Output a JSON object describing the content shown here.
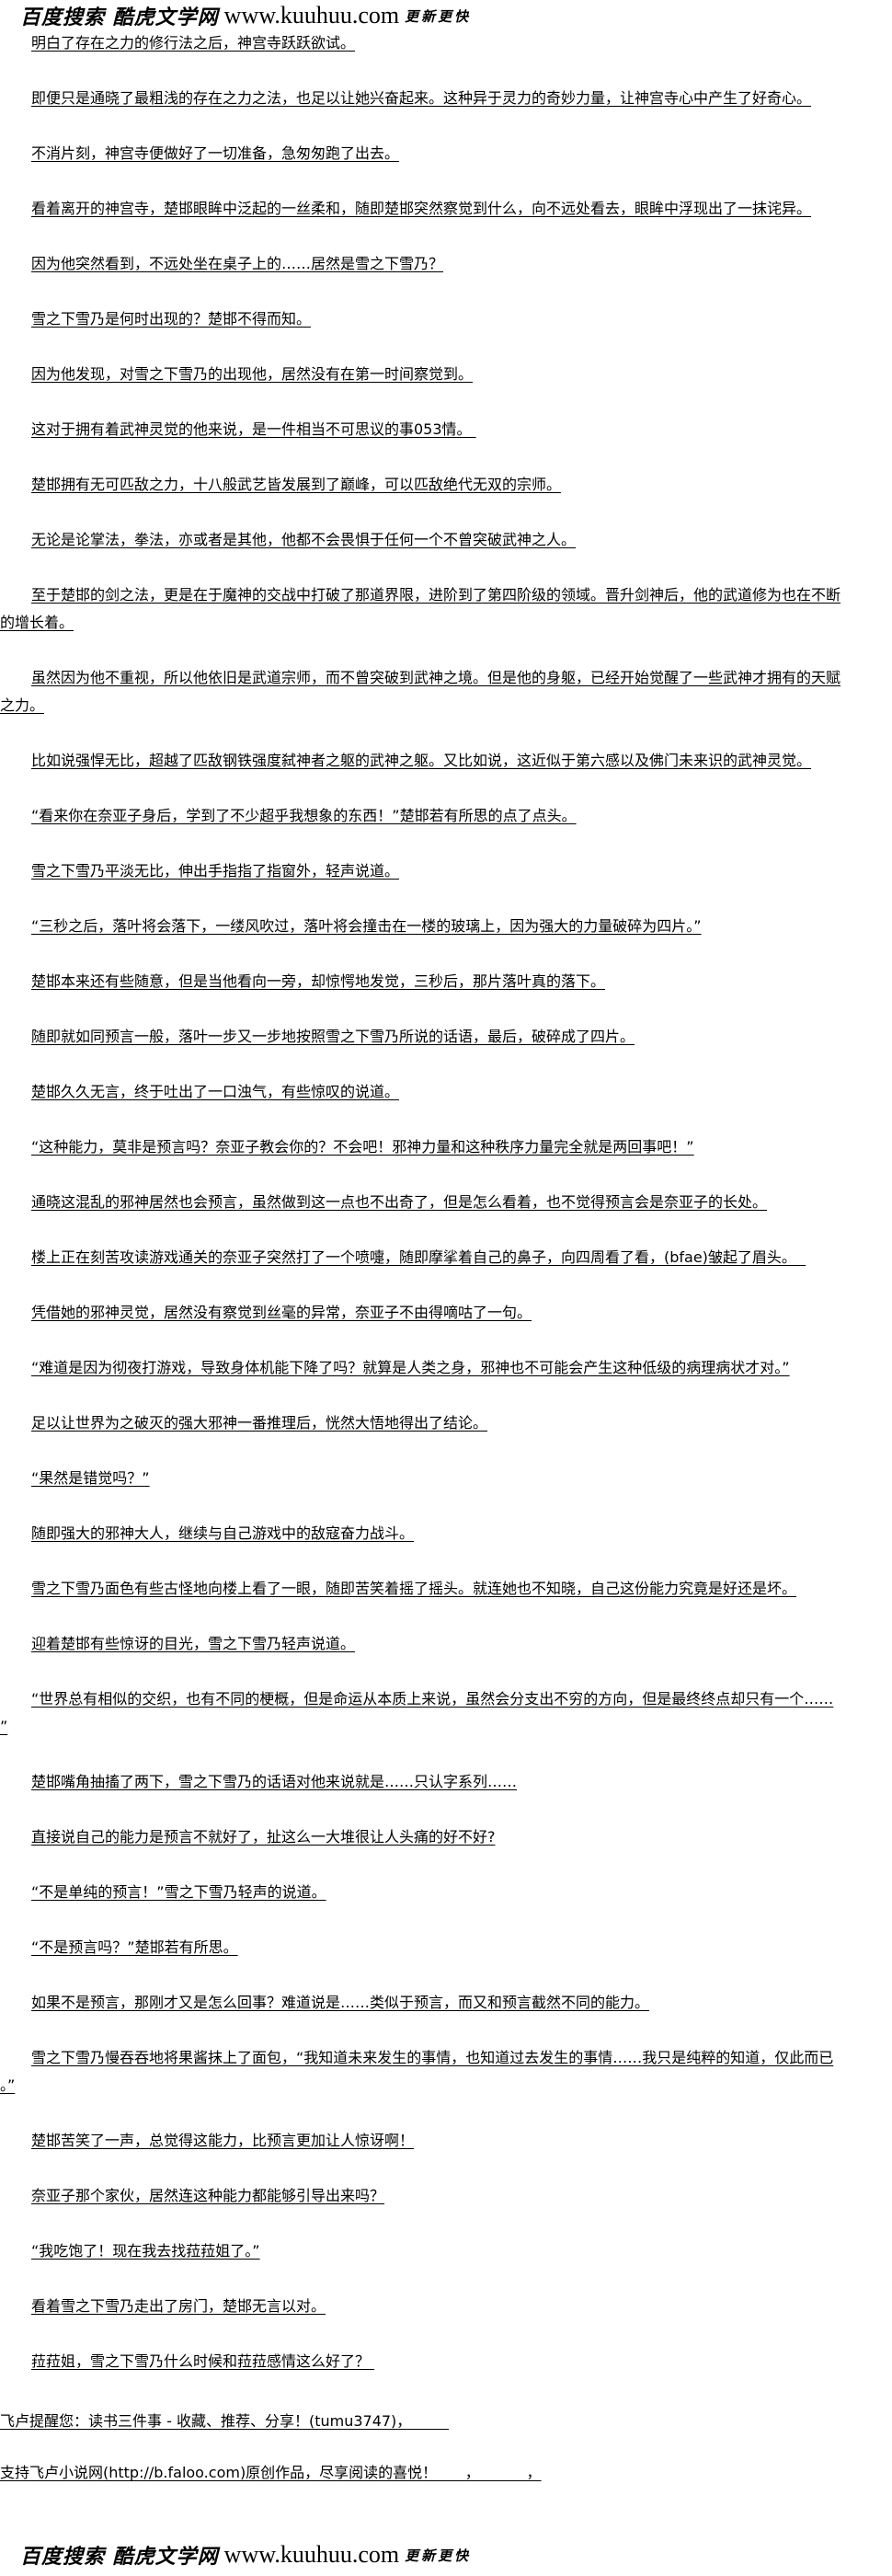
{
  "banner": {
    "site_cn": "百度搜索 酷虎文学网",
    "url": "www.kuuhuu.com",
    "slogan": "更新更快"
  },
  "paragraphs": [
    [
      "明白了存在之力的修行法之后，神宫寺跃跃欲试。"
    ],
    [
      "即便只是通晓了最粗浅的存在之力之法，也足以让她兴奋起来。这种异于灵力的奇妙力量，让神宫寺心中产生了好奇心。"
    ],
    [
      "不消片刻，神宫寺便做好了一切准备，急匆匆跑了出去。"
    ],
    [
      "看着离开的神宫寺，楚邯眼眸中泛起的一丝柔和，随即楚邯突然察觉到什么，向不远处看去，眼眸中浮现出了一抹诧异。"
    ],
    [
      "因为他突然看到，不远处坐在桌子上的……居然是雪之下雪乃？"
    ],
    [
      "雪之下雪乃是何时出现的？楚邯不得而知。"
    ],
    [
      "因为他发现，对雪之下雪乃的出现他，居然没有在第一时间察觉到。"
    ],
    [
      "这对于拥有着武神灵觉的他来说，是一件相当不可思议的事053情。 "
    ],
    [
      "楚邯拥有无可匹敌之力，十八般武艺皆发展到了巅峰，可以匹敌绝代无双的宗师。"
    ],
    [
      "无论是论掌法，拳法，亦或者是其他，他都不会畏惧于任何一个不曾突破武神之人。"
    ],
    [
      "至于楚邯的剑之法，更是在于魔神的交战中打破了那道界限，进阶到了第四阶级的领域。晋升剑神后，他的武道修为也在不断",
      "的增长着。"
    ],
    [
      "虽然因为他不重视，所以他依旧是武道宗师，而不曾突破到武神之境。但是他的身躯，已经开始觉醒了一些武神才拥有的天赋",
      "之力。"
    ],
    [
      "比如说强悍无比，超越了匹敌钢铁强度弑神者之躯的武神之躯。又比如说，这近似于第六感以及佛门未来识的武神灵觉。"
    ],
    [
      "“看来你在奈亚子身后，学到了不少超乎我想象的东西！”楚邯若有所思的点了点头。"
    ],
    [
      "雪之下雪乃平淡无比，伸出手指指了指窗外，轻声说道。"
    ],
    [
      "“三秒之后，落叶将会落下，一缕风吹过，落叶将会撞击在一楼的玻璃上，因为强大的力量破碎为四片。”"
    ],
    [
      "楚邯本来还有些随意，但是当他看向一旁，却惊愕地发觉，三秒后，那片落叶真的落下。"
    ],
    [
      "随即就如同预言一般，落叶一步又一步地按照雪之下雪乃所说的话语，最后，破碎成了四片。"
    ],
    [
      "楚邯久久无言，终于吐出了一口浊气，有些惊叹的说道。"
    ],
    [
      "“这种能力，莫非是预言吗？奈亚子教会你的？不会吧！邪神力量和这种秩序力量完全就是两回事吧！”"
    ],
    [
      "通晓这混乱的邪神居然也会预言，虽然做到这一点也不出奇了，但是怎么看着，也不觉得预言会是奈亚子的长处。"
    ],
    [
      "楼上正在刻苦攻读游戏通关的奈亚子突然打了一个喷嚏，随即摩挲着自己的鼻子，向四周看了看，(bfae)皱起了眉头。  "
    ],
    [
      "凭借她的邪神灵觉，居然没有察觉到丝毫的异常，奈亚子不由得嘀咕了一句。"
    ],
    [
      "“难道是因为彻夜打游戏，导致身体机能下降了吗？就算是人类之身，邪神也不可能会产生这种低级的病理病状才对。”"
    ],
    [
      "足以让世界为之破灭的强大邪神一番推理后，恍然大悟地得出了结论。"
    ],
    [
      "“果然是错觉吗？”"
    ],
    [
      "随即强大的邪神大人，继续与自己游戏中的敌寇奋力战斗。"
    ],
    [
      "雪之下雪乃面色有些古怪地向楼上看了一眼，随即苦笑着摇了摇头。就连她也不知晓，自己这份能力究竟是好还是坏。"
    ],
    [
      "迎着楚邯有些惊讶的目光，雪之下雪乃轻声说道。"
    ],
    [
      "“世界总有相似的交织，也有不同的梗概，但是命运从本质上来说，虽然会分支出不穷的方向，但是最终终点却只有一个……",
      "”"
    ],
    [
      "楚邯嘴角抽搐了两下，雪之下雪乃的话语对他来说就是……只认字系列……"
    ],
    [
      "直接说自己的能力是预言不就好了，扯这么一大堆很让人头痛的好不好?"
    ],
    [
      "“不是单纯的预言！”雪之下雪乃轻声的说道。"
    ],
    [
      "“不是预言吗？”楚邯若有所思。"
    ],
    [
      "如果不是预言，那刚才又是怎么回事？难道说是……类似于预言，而又和预言截然不同的能力。"
    ],
    [
      "雪之下雪乃慢吞吞地将果酱抹上了面包，“我知道未来发生的事情，也知道过去发生的事情……我只是纯粹的知道，仅此而已",
      "。”"
    ],
    [
      "楚邯苦笑了一声，总觉得这能力，比预言更加让人惊讶啊！"
    ],
    [
      "奈亚子那个家伙，居然连这种能力都能够引导出来吗？"
    ],
    [
      "“我吃饱了！现在我去找菈菈姐了。”"
    ],
    [
      "看着雪之下雪乃走出了房门，楚邯无言以对。"
    ],
    [
      "菈菈姐，雪之下雪乃什么时候和菈菈感情这么好了？ "
    ]
  ],
  "footer": {
    "line1": "飞卢提醒您：读书三件事 - 收藏、推荐、分享！(tumu3747)，        ",
    "line2": "支持飞卢小说网(http://b.faloo.com)原创作品，尽享阅读的喜悦！      ，          ，"
  }
}
